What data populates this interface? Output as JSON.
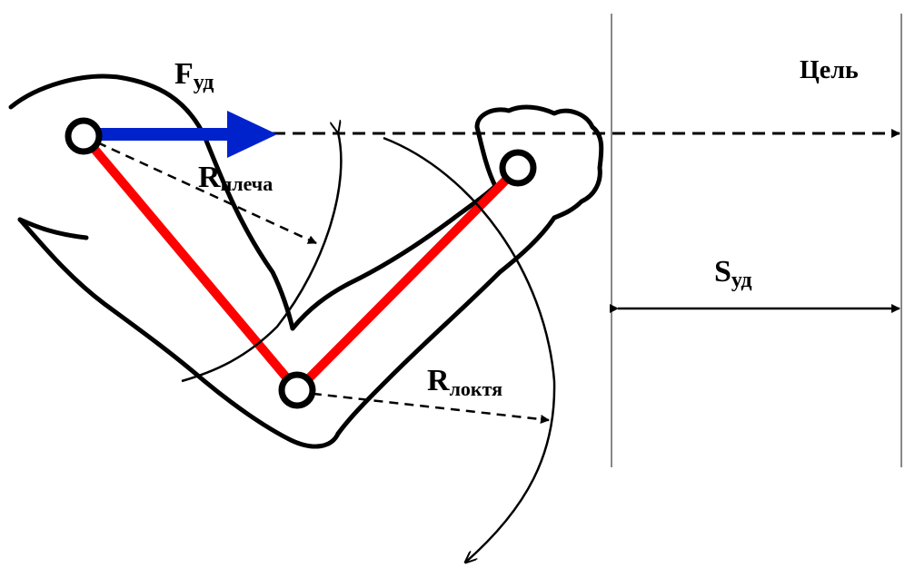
{
  "labels": {
    "force": {
      "main": "F",
      "sub": "уд"
    },
    "shoulder_radius": {
      "main": "R",
      "sub": "плеча"
    },
    "elbow_radius": {
      "main": "R",
      "sub": "локтя"
    },
    "distance": {
      "main": "S",
      "sub": "уд"
    },
    "target": "Цель"
  },
  "colors": {
    "limb": "#ff0000",
    "force_arrow": "#0022cc",
    "outline": "#000000",
    "guide_lines": "#888888"
  }
}
